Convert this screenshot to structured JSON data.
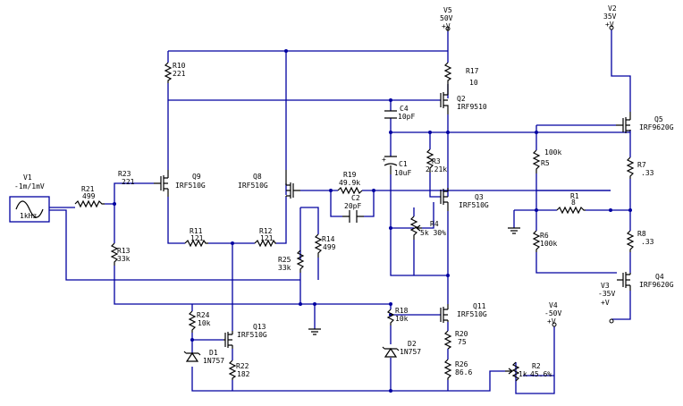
{
  "labels": {
    "v5_name": "V5",
    "v5_val": "50V",
    "v5_plus": "+V",
    "v2_name": "V2",
    "v2_val": "35V",
    "v2_plus": "+V",
    "r17_name": "R17",
    "r17_val": "10",
    "q2_name": "Q2",
    "q2_part": "IRF9510",
    "r10_name": "R10",
    "r10_val": "221",
    "c4_name": "C4",
    "c4_val": "10pF",
    "q5_name": "Q5",
    "q5_part": "IRF9620G",
    "c1_name": "C1",
    "c1_val": "10uF",
    "r3_name": "R3",
    "r3_val": "2.21k",
    "r5_name": "R5",
    "r5_val": "100k",
    "r7_name": "R7",
    "r7_val": ".33",
    "v1_name": "V1",
    "v1_amp": "-1m/1mV",
    "v1_freq": "1kHz",
    "r21_name": "R21",
    "r21_val": "499",
    "r23_name": "R23",
    "r23_val": "221",
    "q9_name": "Q9",
    "q9_part": "IRF510G",
    "q8_name": "Q8",
    "q8_part": "IRF510G",
    "r19_name": "R19",
    "r19_val": "49.9k",
    "c2_name": "C2",
    "c2_val": "20pF",
    "q3_name": "Q3",
    "q3_part": "IRF510G",
    "r1_name": "R1",
    "r1_val": "8",
    "r4_name": "R4",
    "r4_val": "5k 30%",
    "r6_name": "R6",
    "r6_val": "100k",
    "r8_name": "R8",
    "r8_val": ".33",
    "r11_name": "R11",
    "r11_val": "121",
    "r12_name": "R12",
    "r12_val": "121",
    "r13_name": "R13",
    "r13_val": "33k",
    "r14_name": "R14",
    "r14_val": "499",
    "r25_name": "R25",
    "r25_val": "33k",
    "q4_name": "Q4",
    "q4_part": "IRF9620G",
    "v3_name": "V3",
    "v3_val": "-35V",
    "v3_plus": "+V",
    "r24_name": "R24",
    "r24_val": "10k",
    "q13_name": "Q13",
    "q13_part": "IRF510G",
    "r18_name": "R18",
    "r18_val": "10k",
    "q11_name": "Q11",
    "q11_part": "IRF510G",
    "v4_name": "V4",
    "v4_val": "-50V",
    "v4_plus": "+V",
    "d1_name": "D1",
    "d1_part": "1N757",
    "d2_name": "D2",
    "d2_part": "1N757",
    "r22_name": "R22",
    "r22_val": "182",
    "r20_name": "R20",
    "r20_val": "75",
    "r26_name": "R26",
    "r26_val": "86.6",
    "r2_name": "R2",
    "r2_val": "1k",
    "r2_pct": "45.6%"
  }
}
